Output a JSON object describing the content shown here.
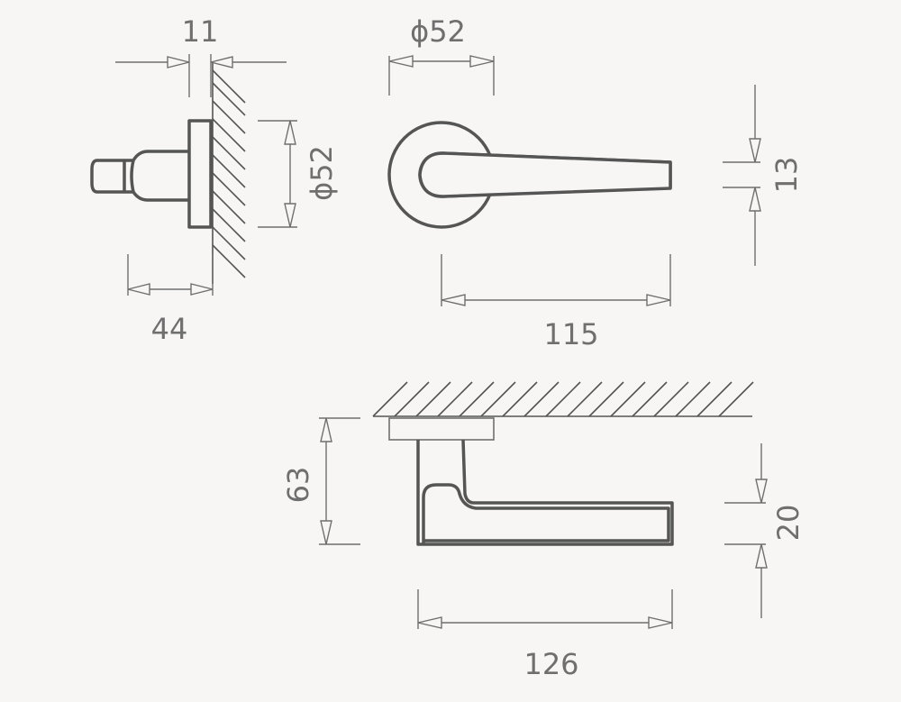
{
  "colors": {
    "background": "#f7f6f5",
    "line": "#555555",
    "dimension": "#6f6f6f"
  },
  "side_view": {
    "rose_thickness": "11",
    "rose_diameter": "ϕ52",
    "projection": "44"
  },
  "front_view": {
    "rose_diameter": "ϕ52",
    "lever_length": "115",
    "lever_width": "13"
  },
  "top_view": {
    "overall_depth": "63",
    "lever_height": "20",
    "lever_length": "126"
  }
}
